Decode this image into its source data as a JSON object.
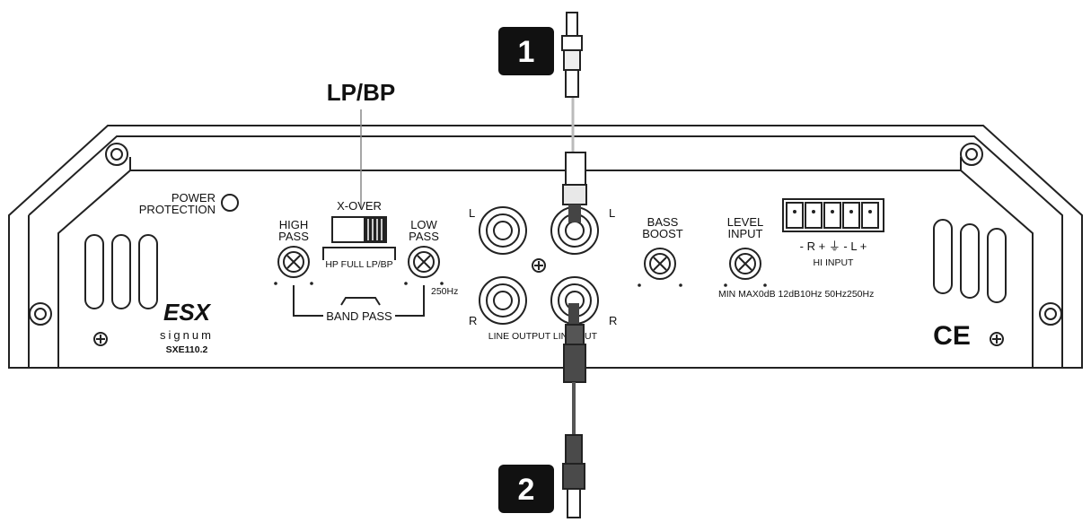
{
  "callouts": {
    "one": "1",
    "two": "2",
    "switch_label": "LP/BP"
  },
  "panel": {
    "power_protection_1": "POWER",
    "power_protection_2": "PROTECTION",
    "xover": "X-OVER",
    "high_pass_1": "HIGH",
    "high_pass_2": "PASS",
    "low_pass_1": "LOW",
    "low_pass_2": "PASS",
    "switch_positions": "HP FULL LP/BP",
    "freq_250": "250Hz",
    "band_pass": "BAND PASS",
    "rca_l_left": "L",
    "rca_l_right": "L",
    "rca_r_left": "R",
    "rca_r_right": "R",
    "line_output": "LINE OUTPUT LIN",
    "line_output_tail": "UT",
    "bass_boost_1": "BASS",
    "bass_boost_2": "BOOST",
    "level_input_1": "LEVEL",
    "level_input_2": "INPUT",
    "level_scale": "MIN MAX0dB 12dB10Hz 50Hz250Hz",
    "hi_input_pins": "-  R  +  ⏚  -  L  +",
    "hi_input": "HI INPUT",
    "brand_logo": "ESX",
    "brand_name": "signum",
    "model": "SXE110.2",
    "ce_mark": "CE"
  },
  "colors": {
    "outline": "#222222",
    "background": "#ffffff",
    "plug_light": "#e8e8e8",
    "plug_dark": "#4a4a4a"
  }
}
